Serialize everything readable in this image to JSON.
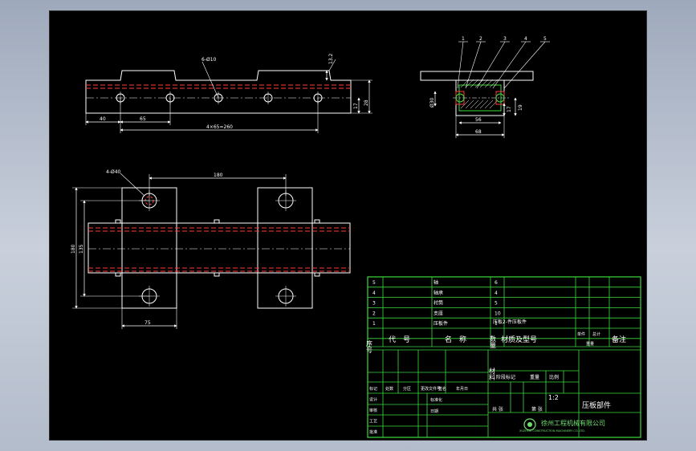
{
  "top_view": {
    "hole_label": "6-Ø10",
    "dim_height": "13.2",
    "dim_left": "40",
    "dim_pitch": "65",
    "dim_total": "4×65=260",
    "dim_side_a": "17",
    "dim_side_b": "28"
  },
  "side_view": {
    "callouts": [
      "1",
      "2",
      "3",
      "4",
      "5"
    ],
    "dim_bore": "Ø30",
    "dim_inner": "17",
    "dim_height": "19",
    "dim_width_inner": "56",
    "dim_width_total": "68"
  },
  "plan_view": {
    "hole_label": "4-Ø40",
    "dim_top": "180",
    "dim_height_outer": "180",
    "dim_height_inner": "135",
    "dim_bottom": "75"
  },
  "parts_list": {
    "rows": [
      {
        "no": "5",
        "name": "轴",
        "qty": "6"
      },
      {
        "no": "4",
        "name": "轴承",
        "qty": "4"
      },
      {
        "no": "3",
        "name": "衬筒",
        "qty": "5"
      },
      {
        "no": "2",
        "name": "支座",
        "qty": "10"
      },
      {
        "no": "1",
        "name": "压板件",
        "qty": "1"
      }
    ],
    "remark_1": "压板2-件压板件",
    "header": {
      "seq": "序号",
      "code": "代　号",
      "name": "名　称",
      "qty": "数量",
      "material": "材质及型号",
      "unit": "单件",
      "total": "总计",
      "weight": "重量",
      "remark": "备注"
    }
  },
  "title_block": {
    "material_label": "材料",
    "stage_label": "阶段标记",
    "weight_label": "重量",
    "scale_label": "比例",
    "scale": "1:2",
    "drawing_name": "压板部件",
    "company": "徐州工程机械有限公司",
    "company_sub": "XUZHOU CONSTRUCTION MACHINERY CO.,LTD.",
    "rows": [
      "标记",
      "设计",
      "审核",
      "工艺",
      "批准"
    ],
    "mid": [
      "处数",
      "分区",
      "更改文件号",
      "签名",
      "年月日"
    ],
    "bottom": [
      "标准化",
      "日期"
    ],
    "sheet": "共 张",
    "sheet2": "第 张"
  }
}
